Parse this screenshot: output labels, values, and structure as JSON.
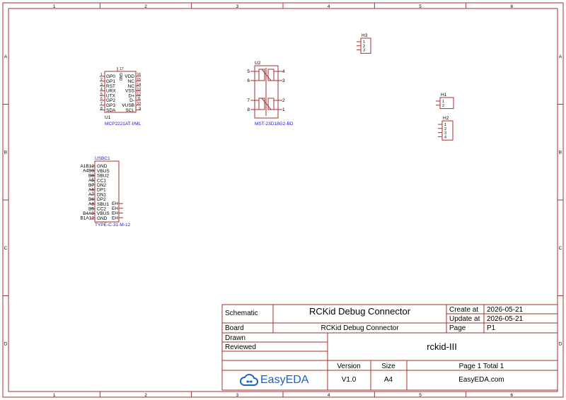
{
  "frame": {
    "col_labels": [
      "1",
      "2",
      "3",
      "4",
      "5",
      "6"
    ],
    "row_labels": [
      "A",
      "B",
      "C",
      "D"
    ]
  },
  "colors": {
    "frame": "#a33131",
    "designator": "#1a1ac8",
    "text": "#000000",
    "brand": "#1a5fd0"
  },
  "components": {
    "u1": {
      "ref": "U1",
      "value": "MCP2221AT-I/ML",
      "left_pins": [
        "GP0",
        "GP1",
        "RST",
        "URX",
        "UTX",
        "GP2",
        "GP3",
        "SDA"
      ],
      "right_pins": [
        "VDD",
        "NC",
        "NC",
        "VSS",
        "D+",
        "D-",
        "VUSB",
        "SCL"
      ],
      "left_nums": [
        "1",
        "2",
        "3",
        "4",
        "5",
        "6",
        "7",
        "8"
      ],
      "right_nums": [
        "16",
        "15",
        "14",
        "13",
        "12",
        "11",
        "10",
        "9"
      ],
      "top_pin": "GND",
      "top_num": "17"
    },
    "u2": {
      "ref": "U2",
      "value": "MST-23D18G2-BD",
      "left_nums": [
        "5",
        "6",
        "7",
        "8"
      ],
      "right_nums": [
        "4",
        "3",
        "2",
        "1"
      ]
    },
    "usbc1": {
      "ref": "USBC1",
      "value": "TYPE-C-31-M-12",
      "pins": [
        "GND",
        "VBUS",
        "SBU2",
        "CC1",
        "DN2",
        "DP1",
        "DN1",
        "DP2",
        "SBU1",
        "CC2",
        "VBUS",
        "GND"
      ],
      "pin_nums": [
        "A1B12",
        "A4B9",
        "B8",
        "A5",
        "B7",
        "A6",
        "A7",
        "B6",
        "A8",
        "B5",
        "B4A9",
        "B1A12"
      ],
      "eh_pins": [
        "EH",
        "EH",
        "EH",
        "EH"
      ]
    },
    "h3": {
      "ref": "H3",
      "pins": [
        "1",
        "2",
        "3"
      ]
    },
    "h1": {
      "ref": "H1",
      "pins": [
        "1",
        "2"
      ]
    },
    "h2": {
      "ref": "H2",
      "pins": [
        "1",
        "2",
        "3",
        "4"
      ]
    }
  },
  "title_block": {
    "schematic_label": "Schematic",
    "title": "RCKid Debug Connector",
    "create_at_label": "Create at",
    "create_at_value": "2026-05-21",
    "update_at_label": "Update at",
    "update_at_value": "2026-05-21",
    "board_label": "Board",
    "board_value": "RCKid Debug Connector",
    "page_label": "Page",
    "page_value": "P1",
    "drawn_label": "Drawn",
    "reviewed_label": "Reviewed",
    "project": "rckid-III",
    "version_label": "Version",
    "version_value": "V1.0",
    "size_label": "Size",
    "size_value": "A4",
    "page_total": "Page  1  Total  1",
    "site": "EasyEDA.com",
    "logo_text": "EasyEDA"
  }
}
